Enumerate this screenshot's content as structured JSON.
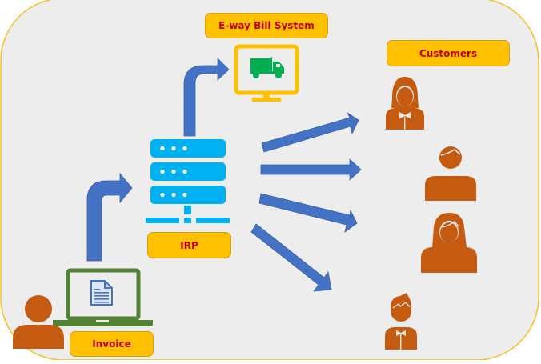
{
  "diagram": {
    "title": "E-Invoice flow via IRP",
    "nodes": {
      "eway": {
        "label": "E-way Bill System",
        "icon": "truck-monitor-icon"
      },
      "irp": {
        "label": "IRP",
        "icon": "server-icon"
      },
      "invoice": {
        "label": "Invoice",
        "icon": "laptop-document-icon"
      },
      "customers": {
        "label": "Customers",
        "icon": "person-group-icon"
      }
    },
    "customers": [
      {
        "icon": "woman-bowtie-icon"
      },
      {
        "icon": "man-icon"
      },
      {
        "icon": "woman-icon"
      },
      {
        "icon": "boy-bowtie-icon"
      }
    ],
    "edges": [
      {
        "from": "invoice",
        "to": "irp"
      },
      {
        "from": "irp",
        "to": "eway"
      },
      {
        "from": "irp",
        "to": "customer-1"
      },
      {
        "from": "irp",
        "to": "customer-2"
      },
      {
        "from": "irp",
        "to": "customer-3"
      },
      {
        "from": "irp",
        "to": "customer-4"
      }
    ],
    "colors": {
      "panel_fill": "#ededed",
      "panel_border": "#f5c02a",
      "label_fill": "#ffc000",
      "label_text": "#c00000",
      "arrow": "#4472c4",
      "server": "#00b0f0",
      "monitor": "#ffc000",
      "truck": "#00b050",
      "laptop": "#548235",
      "document": "#4472c4",
      "person": "#c55a11"
    }
  }
}
